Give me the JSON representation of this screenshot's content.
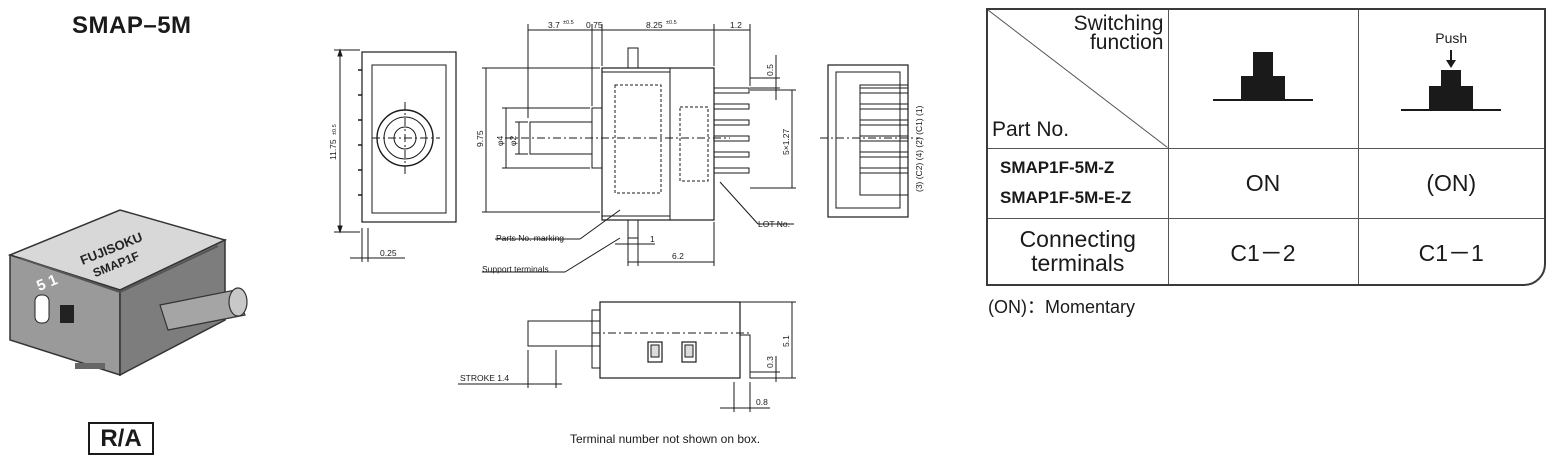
{
  "product": {
    "title": "SMAP–5M",
    "badge": "R/A",
    "photo_text": [
      "FUJISOKU",
      "SMAP1F",
      "5 1"
    ]
  },
  "drawing": {
    "dims": {
      "d_3_7": "3.7",
      "d_3_7_tol": "±0.5",
      "d_0_75": "0.75",
      "d_8_25": "8.25",
      "d_8_25_tol": "±0.5",
      "d_1_2": "1.2",
      "d_0_5": "0.5",
      "d_11_75": "11.75",
      "d_11_75_tol": "±0.5",
      "d_9_75": "9.75",
      "d_phi4": "φ4",
      "d_phi2": "φ2",
      "d_5x127": "5×1.27",
      "d_0_25": "0.25",
      "d_1": "1",
      "d_6_2": "6.2",
      "d_5_1": "5.1",
      "d_0_3": "0.3",
      "d_0_8": "0.8"
    },
    "labels": {
      "parts_no_marking": "Parts No. marking",
      "support_terminals": "Support terminals",
      "lot_no": "LOT No.",
      "stroke": "STROKE 1.4",
      "terminals_right": "(3) (C2) (4) (2) (C1) (1)"
    },
    "note": "Terminal number not shown on box."
  },
  "spec_table": {
    "header_function": [
      "Switching",
      "function"
    ],
    "header_partno": "Part No.",
    "col_push_label": "Push",
    "part_numbers": [
      "SMAP1F-5M-Z",
      "SMAP1F-5M-E-Z"
    ],
    "on_values": [
      "ON",
      "(ON)"
    ],
    "connecting_label": [
      "Connecting",
      "terminals"
    ],
    "connecting_values": [
      "C1－2",
      "C1－1"
    ]
  },
  "legend": "(ON)：Momentary"
}
